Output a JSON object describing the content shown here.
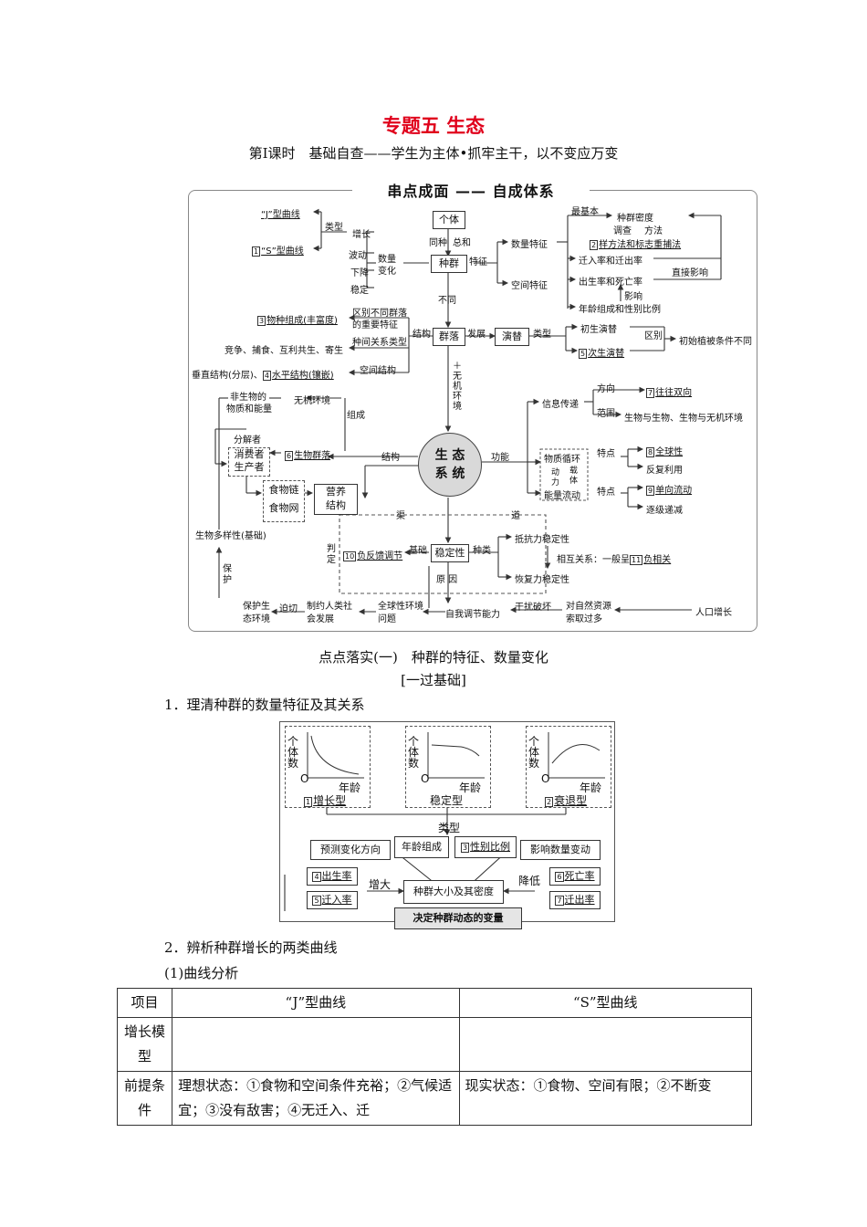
{
  "page": {
    "title": "专题五  生态",
    "subtitle": "第Ⅰ课时　基础自查——学生为主体•抓牢主干，以不变应万变"
  },
  "concept_map": {
    "header": "串点成面 —— 自成体系",
    "nodes": {
      "j_curve": "“J”型曲线",
      "s_curve": "“S”型曲线",
      "type": "类型",
      "increase": "增长",
      "fluctuate": "波动",
      "decline": "下降",
      "stable": "稳定",
      "quantity_change": "数量变化",
      "individual": "个体",
      "same_species": "同种",
      "sum": "总和",
      "population": "种群",
      "feature": "特征",
      "not_same": "不同",
      "quantity_features": "数量特征",
      "spatial_features": "空间特征",
      "most_basic": "最基本",
      "density": "种群密度",
      "survey_method": "调查",
      "method": "方法",
      "quadrat_method": "样方法和标志重捕法",
      "migration_rate": "迁入率和迁出率",
      "birth_death_rate": "出生率和死亡率",
      "direct_effect": "直接影响",
      "influence": "影响",
      "age_sex": "年龄组成和性别比例",
      "species_composition": "物种组成(丰富度)",
      "distinguish_communities": "区别不同群落",
      "important_feature": "的重要特征",
      "interspecies_types": "种间关系类型",
      "interactions": "竞争、捕食、互利共生、寄生",
      "structure": "结构",
      "community": "群落",
      "develop": "发展",
      "succession": "演替",
      "primary_succession": "初生演替",
      "secondary_succession": "次生演替",
      "distinguish": "区别",
      "initial_vegetation": "初始植被条件不同",
      "vertical_horizontal": "垂直结构(分层)、",
      "horizontal": "水平结构(镶嵌)",
      "spatial_structure": "空间结构",
      "plus_abiotic": "＋无机环境",
      "nonliving": "非生物的",
      "matter_energy": "物质和能量",
      "abiotic_env": "无机环境",
      "composition": "组成",
      "decomposer": "分解者",
      "consumer": "消费者",
      "producer": "生产者",
      "biotic_community": "生物群落",
      "food_chain": "食物链",
      "food_web": "食物网",
      "trophic": "营养",
      "trophic2": "结构",
      "ecosystem1": "生 态",
      "ecosystem2": "系 统",
      "function": "功能",
      "info_transfer": "信息传递",
      "direction": "方向",
      "bidirectional": "往往双向",
      "scope": "范围",
      "bio_relations": "生物与生物、生物与无机环境",
      "material_cycle": "物质循环",
      "power": "动",
      "force": "力",
      "carrier": "载",
      "body": "体",
      "energy_flow": "能量流动",
      "characteristic": "特点",
      "global": "全球性",
      "reuse": "反复利用",
      "one_way": "单向流动",
      "decreasing": "逐级递减",
      "biodiversity": "生物多样性(基础)",
      "channel": "渠",
      "channel2": "道",
      "judge": "判定",
      "negative_feedback": "负反馈调节",
      "basis": "基础",
      "stability": "稳定性",
      "kinds": "种类",
      "resistance": "抵抗力稳定性",
      "relation": "相互关系：一般呈",
      "negative_corr": "负相关",
      "recovery": "恢复力稳定性",
      "cause": "原 因",
      "protect": "保护",
      "protect_env": "保护生态环境",
      "urgent": "迫切",
      "restrict": "制约人类社会发展",
      "global_issue": "全球性环境问题",
      "self_regulation": "自我调节能力",
      "disturb": "干扰破坏",
      "over_exploit": "对自然资源索取过多",
      "population_growth": "人口增长"
    },
    "numbers": [
      "1",
      "2",
      "3",
      "4",
      "5",
      "6",
      "7",
      "8",
      "9",
      "10",
      "11"
    ]
  },
  "section1": {
    "heading": "点点落实(一)　种群的特征、数量变化",
    "sub": "[一过基础]",
    "item1": "1．理清种群的数量特征及其关系",
    "pyramids": [
      {
        "num": "1",
        "label": "增长型"
      },
      {
        "num": "",
        "label": "稳定型"
      },
      {
        "num": "2",
        "label": "衰退型"
      }
    ],
    "axis_y": "个体数",
    "axis_x": "年龄",
    "origin": "O",
    "type": "类型",
    "predict": "预测变化方向",
    "age_comp": "年龄组成",
    "sex_ratio_num": "3",
    "sex_ratio": "性别比例",
    "affect": "影响数量变动",
    "increase": "增大",
    "decrease": "降低",
    "center": "种群大小及其密度",
    "birth_num": "4",
    "birth": "出生率",
    "immig_num": "5",
    "immig": "迁入率",
    "death_num": "6",
    "death": "死亡率",
    "emig_num": "7",
    "emig": "迁出率",
    "decide": "决定种群动态的变量",
    "item2": "2．辨析种群增长的两类曲线",
    "item2_1": "(1)曲线分析"
  },
  "table": {
    "headers": [
      "项目",
      "“J”型曲线",
      "“S”型曲线"
    ],
    "rows": [
      [
        "增长模型",
        "",
        ""
      ],
      [
        "前提条件",
        "理想状态：①食物和空间条件充裕；②气候适宜；③没有敌害；④无迁入、迁",
        "现实状态：①食物、空间有限；②不断变"
      ]
    ]
  }
}
